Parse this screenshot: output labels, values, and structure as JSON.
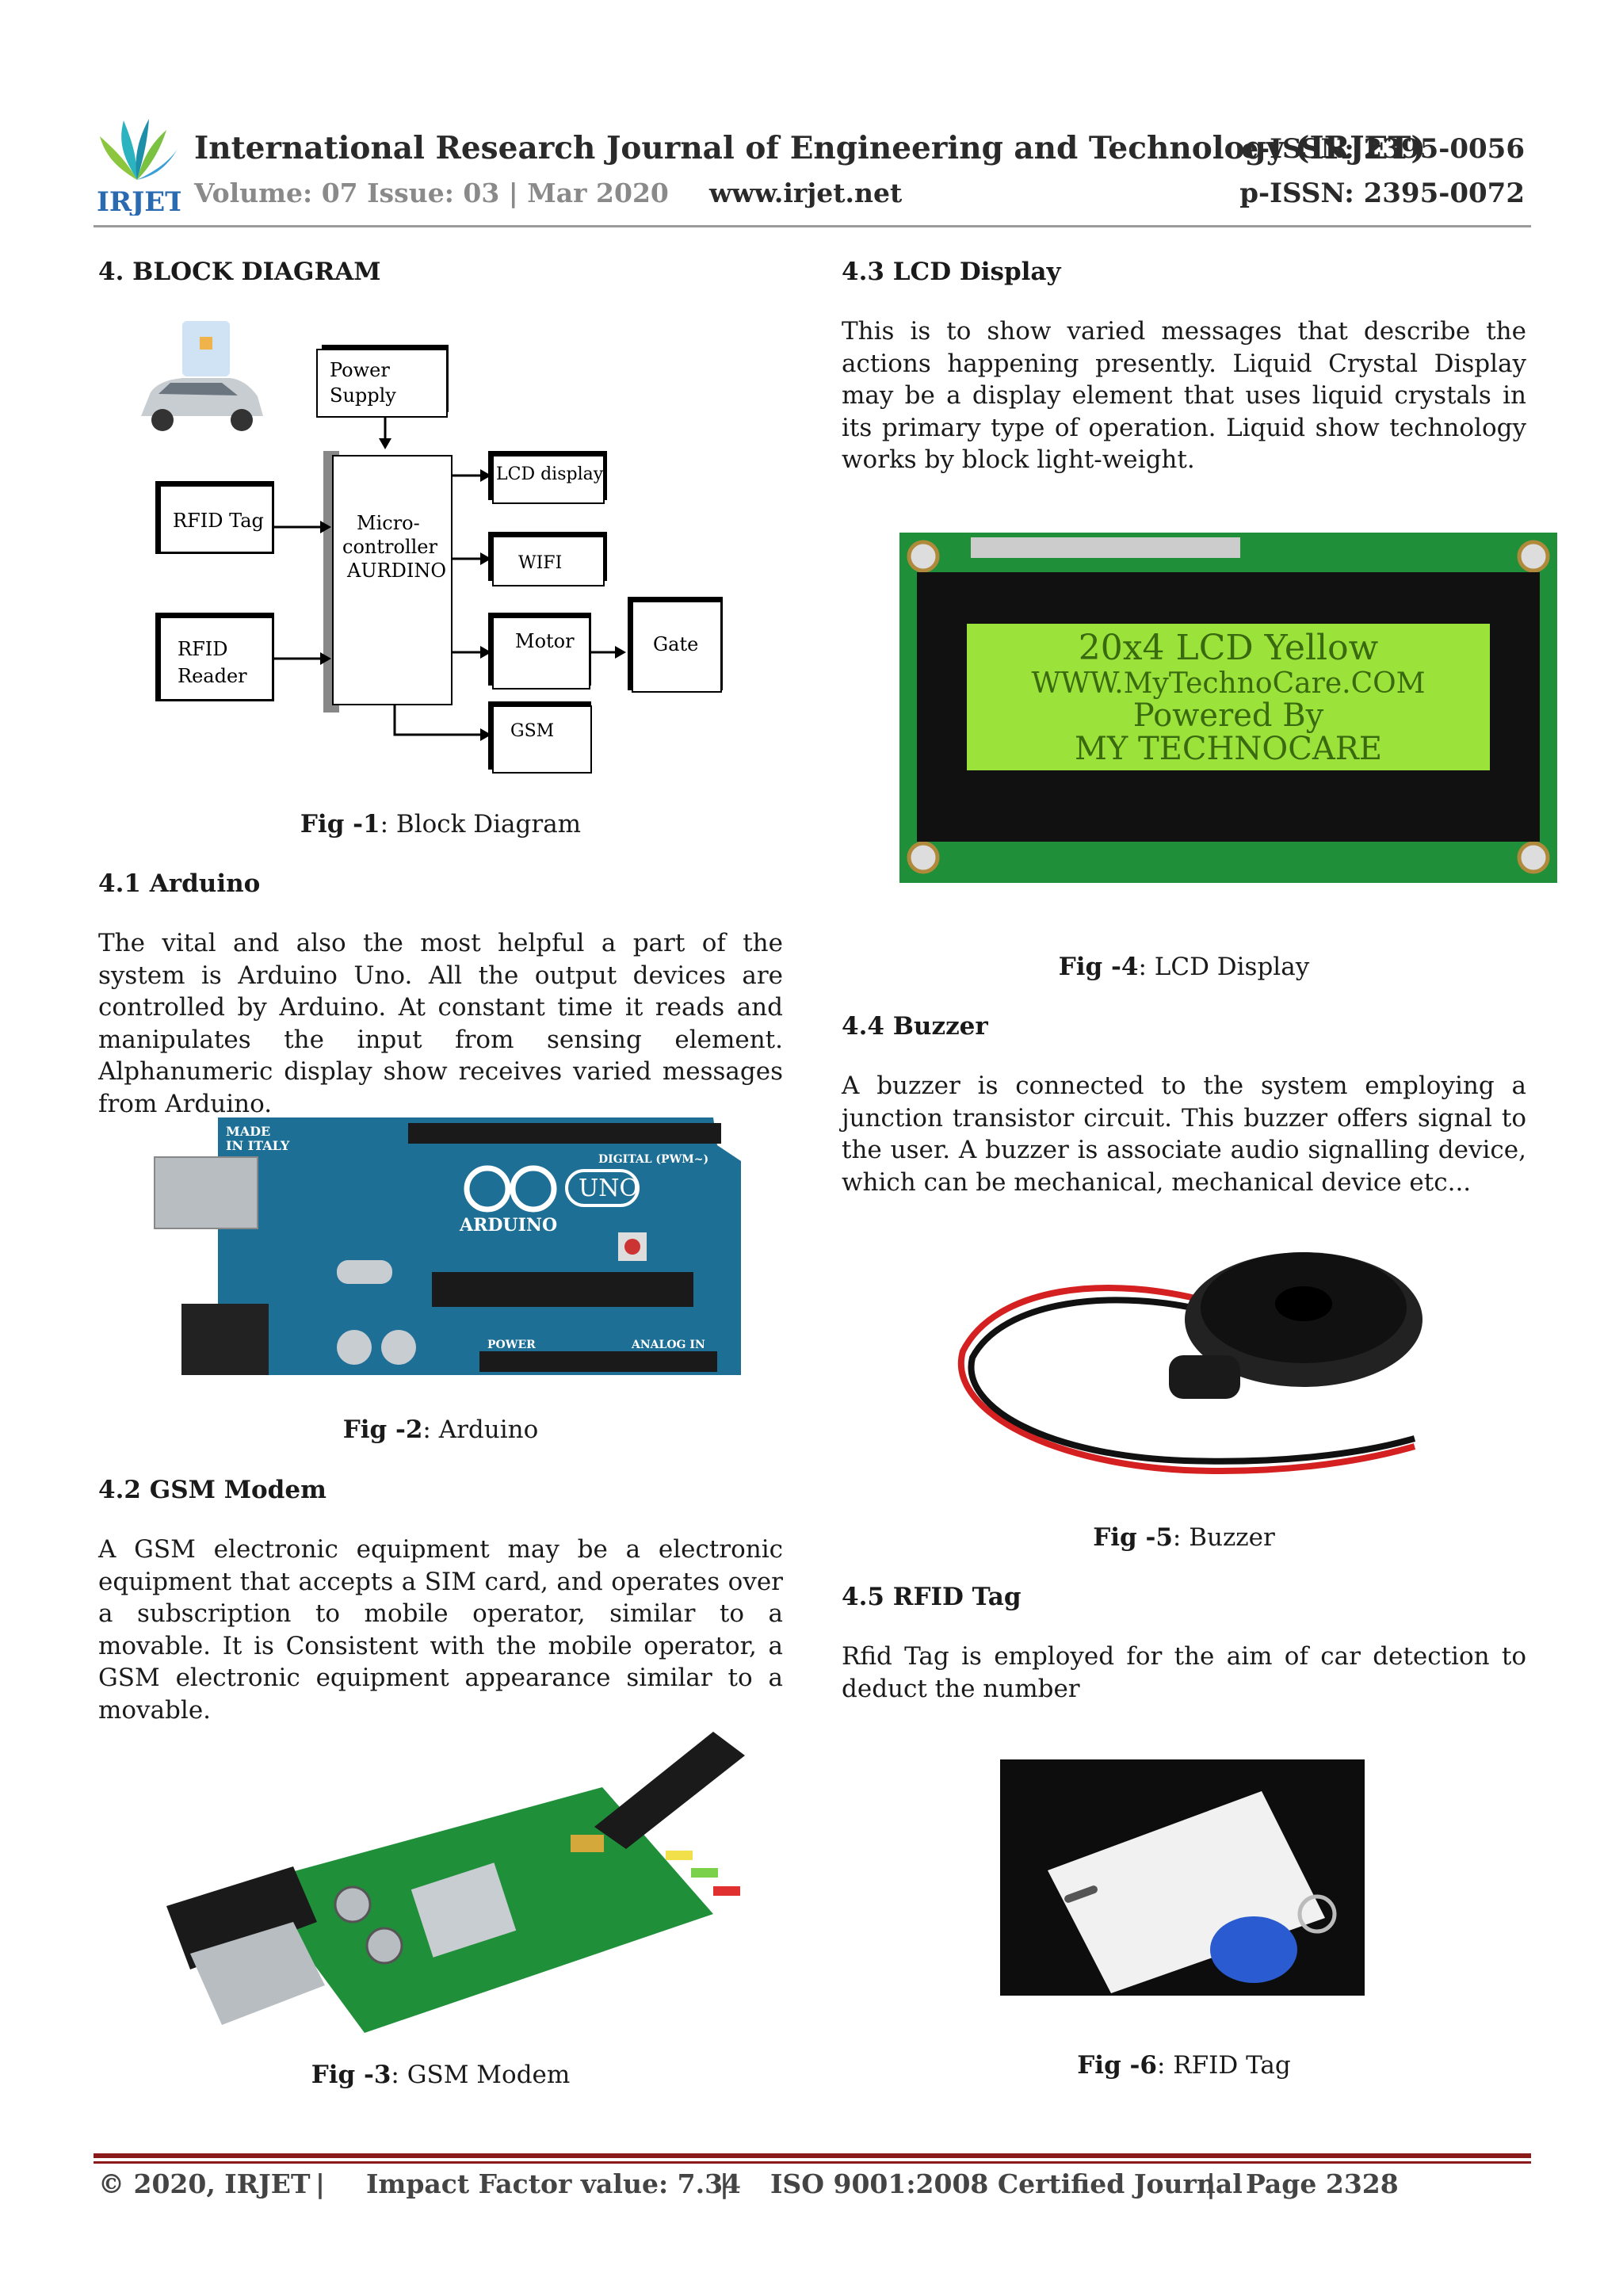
{
  "header": {
    "journal_title": "International Research Journal of Engineering and Technology (IRJET)",
    "eissn": "e-ISSN: 2395-0056",
    "volume": "Volume: 07 Issue: 03 | Mar 2020",
    "url": "www.irjet.net",
    "pissn": "p-ISSN: 2395-0072",
    "logo_text": "IRJET"
  },
  "left": {
    "s4_title": "4. BLOCK DIAGRAM",
    "diagram": {
      "power": "Power",
      "supply": "Supply",
      "rfid_tag": "RFID Tag",
      "micro1": "Micro-",
      "micro2": "controller",
      "micro3": "AURDINO",
      "lcd": "LCD display",
      "wifi": "WIFI",
      "motor": "Motor",
      "gate": "Gate",
      "rfid_reader1": "RFID",
      "rfid_reader2": "Reader",
      "gsm": "GSM"
    },
    "fig1_label": "Fig -1",
    "fig1_text": ": Block Diagram",
    "s41_title": "4.1 Arduino",
    "s41_body": "The vital and also the most helpful a part of the system is Arduino Uno. All the output devices are controlled by Arduino. At constant time it reads and manipulates the input from sensing element. Alphanumeric display show receives varied messages from Arduino.",
    "arduino_board": {
      "made": "MADE",
      "italy": "IN ITALY",
      "uno": "UNO",
      "brand": "ARDUINO",
      "digital": "DIGITAL (PWM~)",
      "power": "POWER",
      "analog": "ANALOG IN"
    },
    "fig2_label": "Fig -2",
    "fig2_text": ": Arduino",
    "s42_title": "4.2 GSM Modem",
    "s42_body": "A GSM electronic equipment may be a electronic equipment that accepts a SIM card, and operates over a subscription to mobile operator, similar to a movable. It is Consistent with the mobile operator, a GSM electronic equipment appearance similar to a movable.",
    "fig3_label": "Fig -3",
    "fig3_text": ": GSM Modem"
  },
  "right": {
    "s43_title": "4.3 LCD Display",
    "s43_body": "This is to show varied messages that describe the actions happening presently. Liquid Crystal Display may be a display element that uses liquid crystals in its primary type of operation. Liquid show technology works by block light-weight.",
    "lcd_lines": [
      "20x4 LCD Yellow",
      "WWW.MyTechnoCare.COM",
      "Powered By",
      "MY TECHNOCARE"
    ],
    "fig4_label": "Fig -4",
    "fig4_text": ": LCD Display",
    "s44_title": "4.4 Buzzer",
    "s44_body": "A buzzer is connected to the system employing a junction transistor circuit. This buzzer offers signal to the user. A buzzer is associate audio signalling device, which can be mechanical, mechanical device etc...",
    "fig5_label": "Fig -5",
    "fig5_text": ": Buzzer",
    "s45_title": "4.5 RFID Tag",
    "s45_body": "Rfid Tag is employed for the aim of car detection to deduct the number",
    "fig6_label": "Fig -6",
    "fig6_text": ": RFID Tag"
  },
  "footer": {
    "copyright": "© 2020, IRJET",
    "sep": "|",
    "impact": "Impact Factor value: 7.34",
    "iso": "ISO 9001:2008 Certified Journal",
    "page": "Page 2328"
  },
  "colors": {
    "footer_rule": "#8b1a1a",
    "lcd_screen": "#9be23a",
    "pcb_green": "#1f8f3a",
    "arduino_blue": "#1d6f95"
  }
}
